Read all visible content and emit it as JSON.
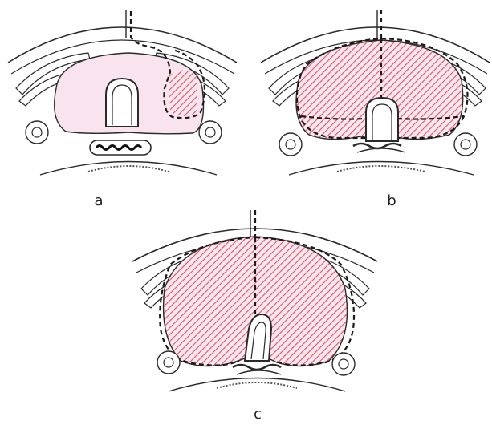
{
  "panels": [
    {
      "label": "a"
    },
    {
      "label": "b"
    },
    {
      "label": "c"
    }
  ],
  "colors": {
    "prostate_fill": "#f8e3ef",
    "hatch_line": "#e0506a",
    "outline": "#2a2a2a",
    "background": "#ffffff"
  }
}
